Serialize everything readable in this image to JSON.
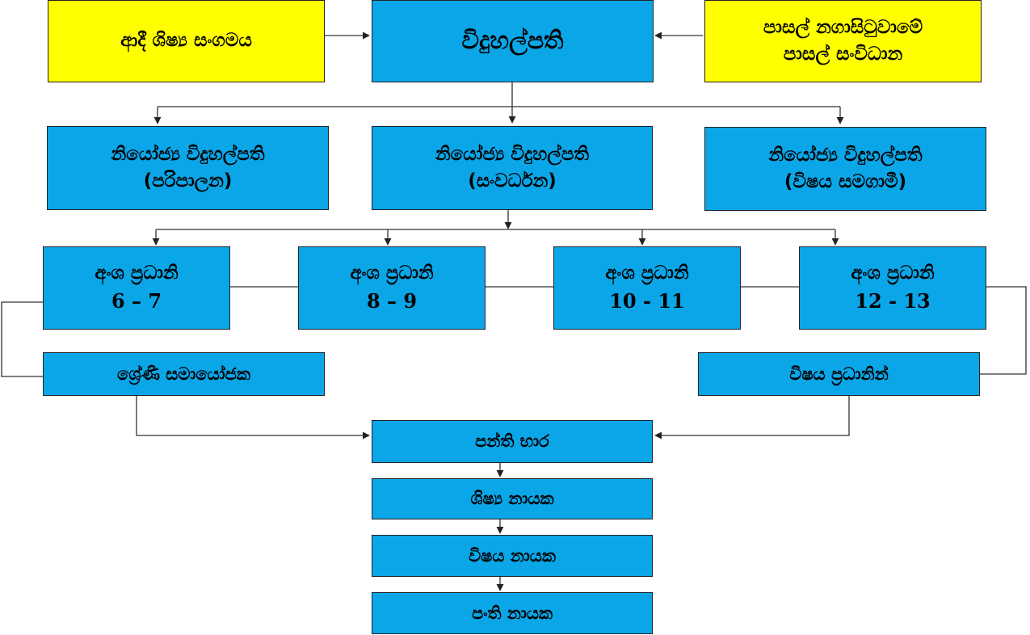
{
  "colors": {
    "box_blue": "#0aa6e8",
    "box_yellow": "#ffff00",
    "line": "#333333"
  },
  "nodes": {
    "past_pupils": {
      "line1": "ආදී ශිෂ්‍ය සංගමය"
    },
    "principal": {
      "line1": "විදුහල්පති"
    },
    "sdc": {
      "line1": "පාසල් නගාසිටුවාමේ",
      "line2": "පාසල් සංවිධාන"
    },
    "dp_admin": {
      "line1": "නියෝජ්‍ය විදුහල්පති",
      "line2": "(පරිපාලන)"
    },
    "dp_dev": {
      "line1": "නියෝජ්‍ය විදුහල්පති",
      "line2": "(සංවර්ධන)"
    },
    "dp_subject": {
      "line1": "නියෝජ්‍ය විදුහල්පති",
      "line2": "(විෂය සමගාමී)"
    },
    "sect_6_7": {
      "line1": "අංශ ප්‍රධානි",
      "line2": "6 – 7"
    },
    "sect_8_9": {
      "line1": "අංශ ප්‍රධානි",
      "line2": "8 – 9"
    },
    "sect_10_11": {
      "line1": "අංශ ප්‍රධානි",
      "line2": "10 - 11"
    },
    "sect_12_13": {
      "line1": "අංශ ප්‍රධානි",
      "line2": "12 - 13"
    },
    "grade_coord": {
      "line1": "ශ්‍රේණි සමායෝජක"
    },
    "subject_heads": {
      "line1": "විෂය ප්‍රධානින්"
    },
    "class_teacher": {
      "line1": "පන්ති භාර"
    },
    "student_leader": {
      "line1": "ශිෂ්‍ය නායක"
    },
    "subject_leader": {
      "line1": "විෂය නායක"
    },
    "class_leader": {
      "line1": "පංති නායක"
    }
  }
}
